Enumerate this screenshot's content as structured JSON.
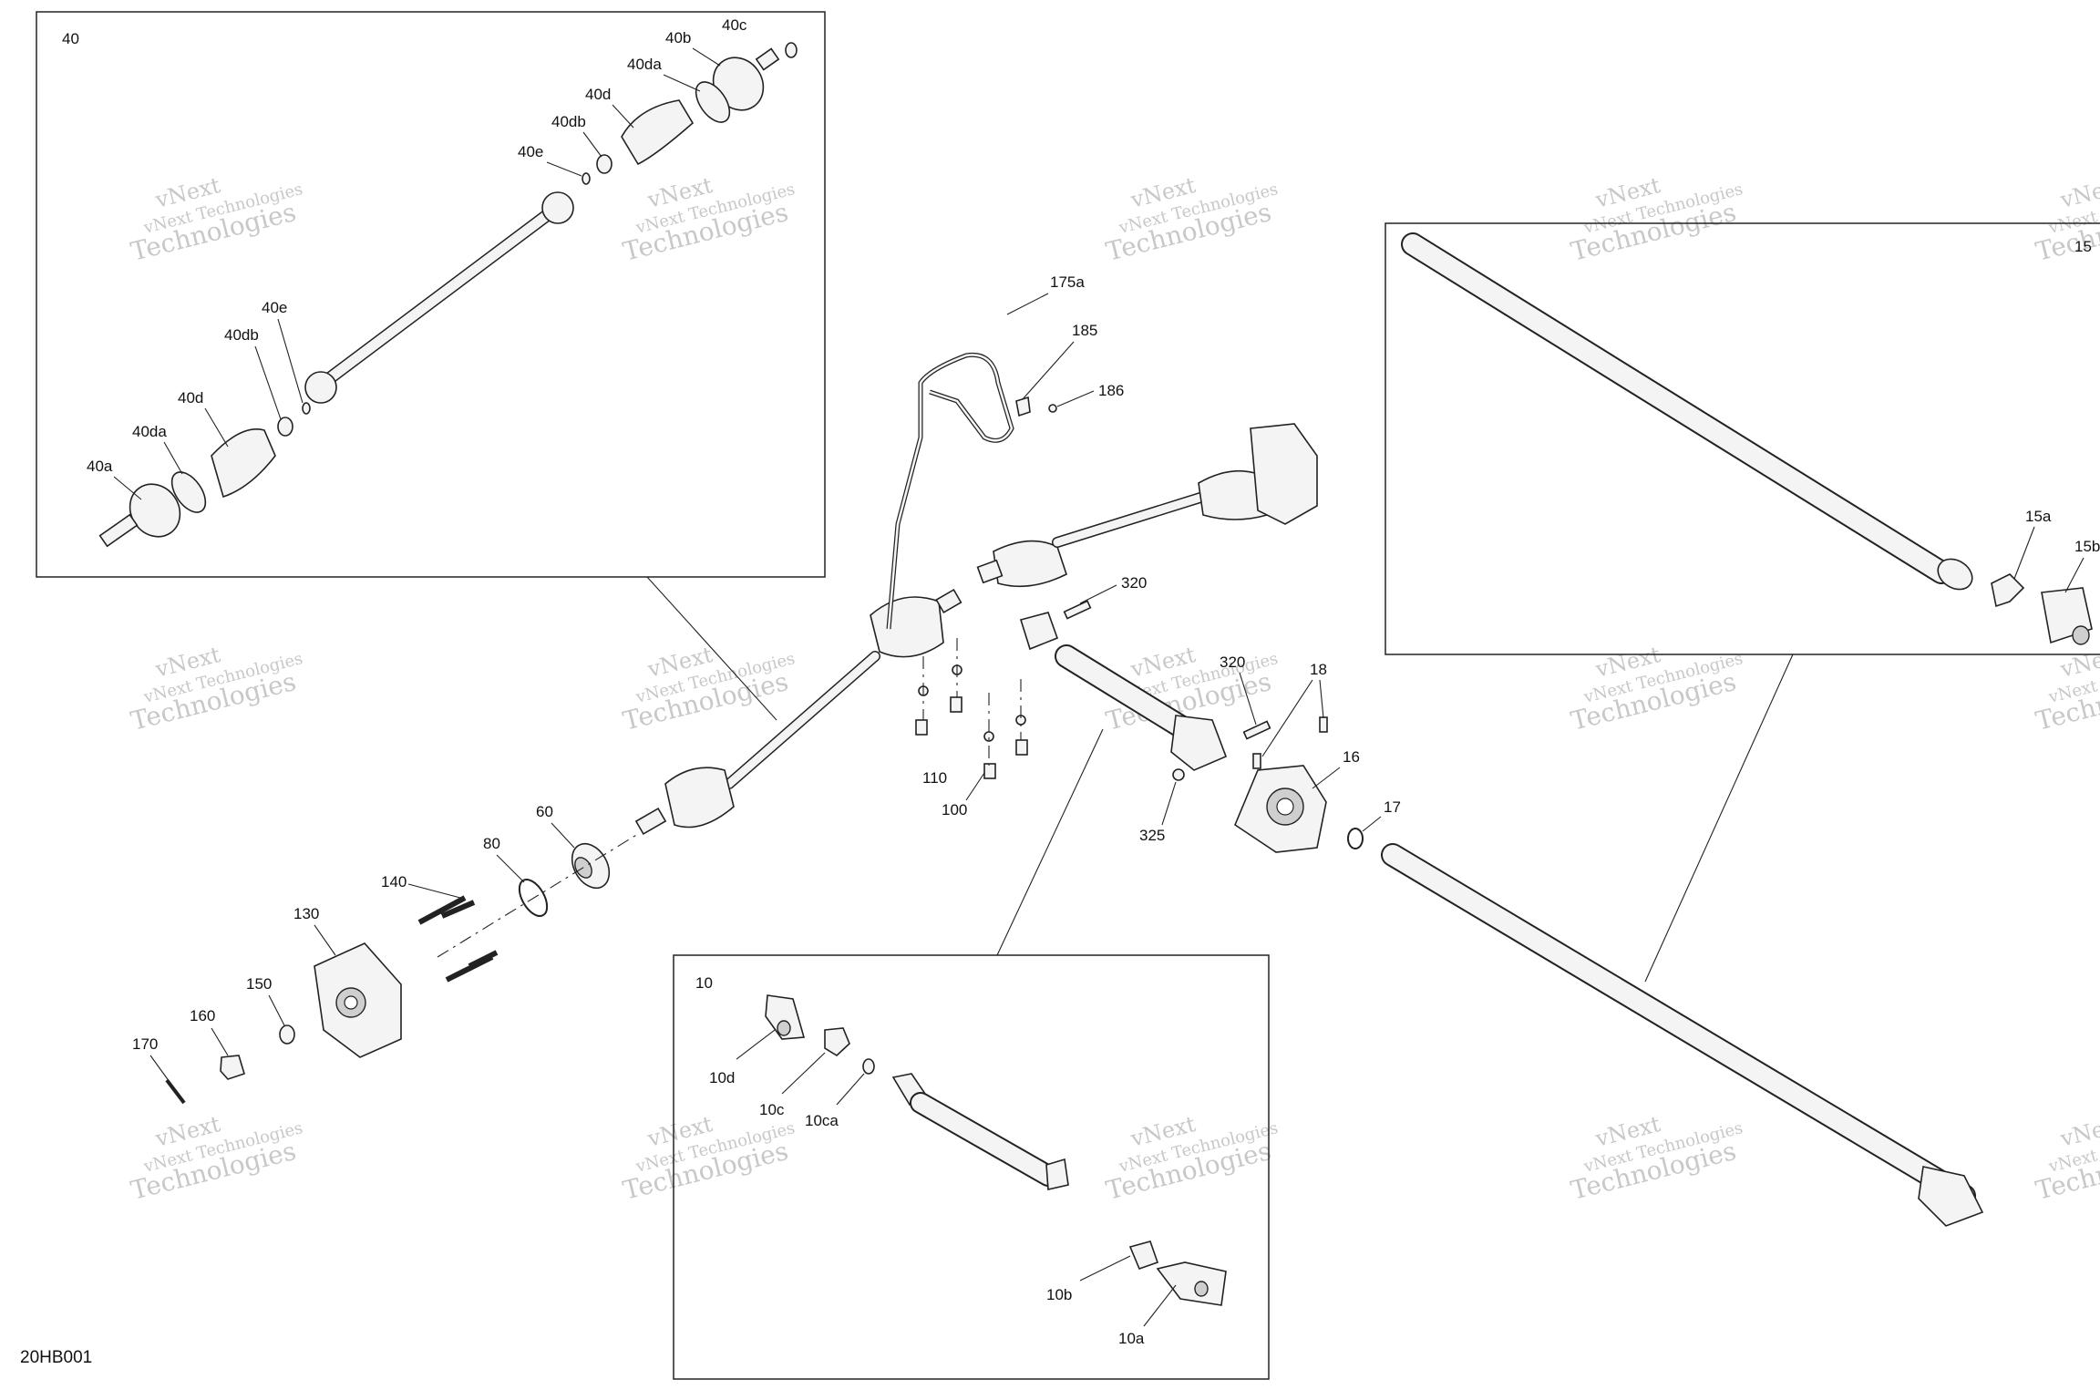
{
  "diagram_code": "20HB001",
  "watermark": {
    "line1": "vNext Technologies",
    "line2": "Technologies",
    "tag": "vNext"
  },
  "boxes": {
    "box40": "40",
    "box15": "15",
    "box10": "10"
  },
  "labels": {
    "l40c": "40c",
    "l40b": "40b",
    "l40da_top": "40da",
    "l40d_top": "40d",
    "l40db_top": "40db",
    "l40e_top": "40e",
    "l40e_bot": "40e",
    "l40db_bot": "40db",
    "l40d_bot": "40d",
    "l40da_bot": "40da",
    "l40a": "40a",
    "l175a": "175a",
    "l185": "185",
    "l186": "186",
    "l320a": "320",
    "l320b": "320",
    "l18": "18",
    "l16": "16",
    "l17": "17",
    "l325": "325",
    "l110": "110",
    "l100": "100",
    "l60": "60",
    "l80": "80",
    "l140": "140",
    "l130": "130",
    "l150": "150",
    "l160": "160",
    "l170": "170",
    "l15a": "15a",
    "l15b": "15b",
    "l10d": "10d",
    "l10c": "10c",
    "l10ca": "10ca",
    "l10b": "10b",
    "l10a": "10a"
  }
}
